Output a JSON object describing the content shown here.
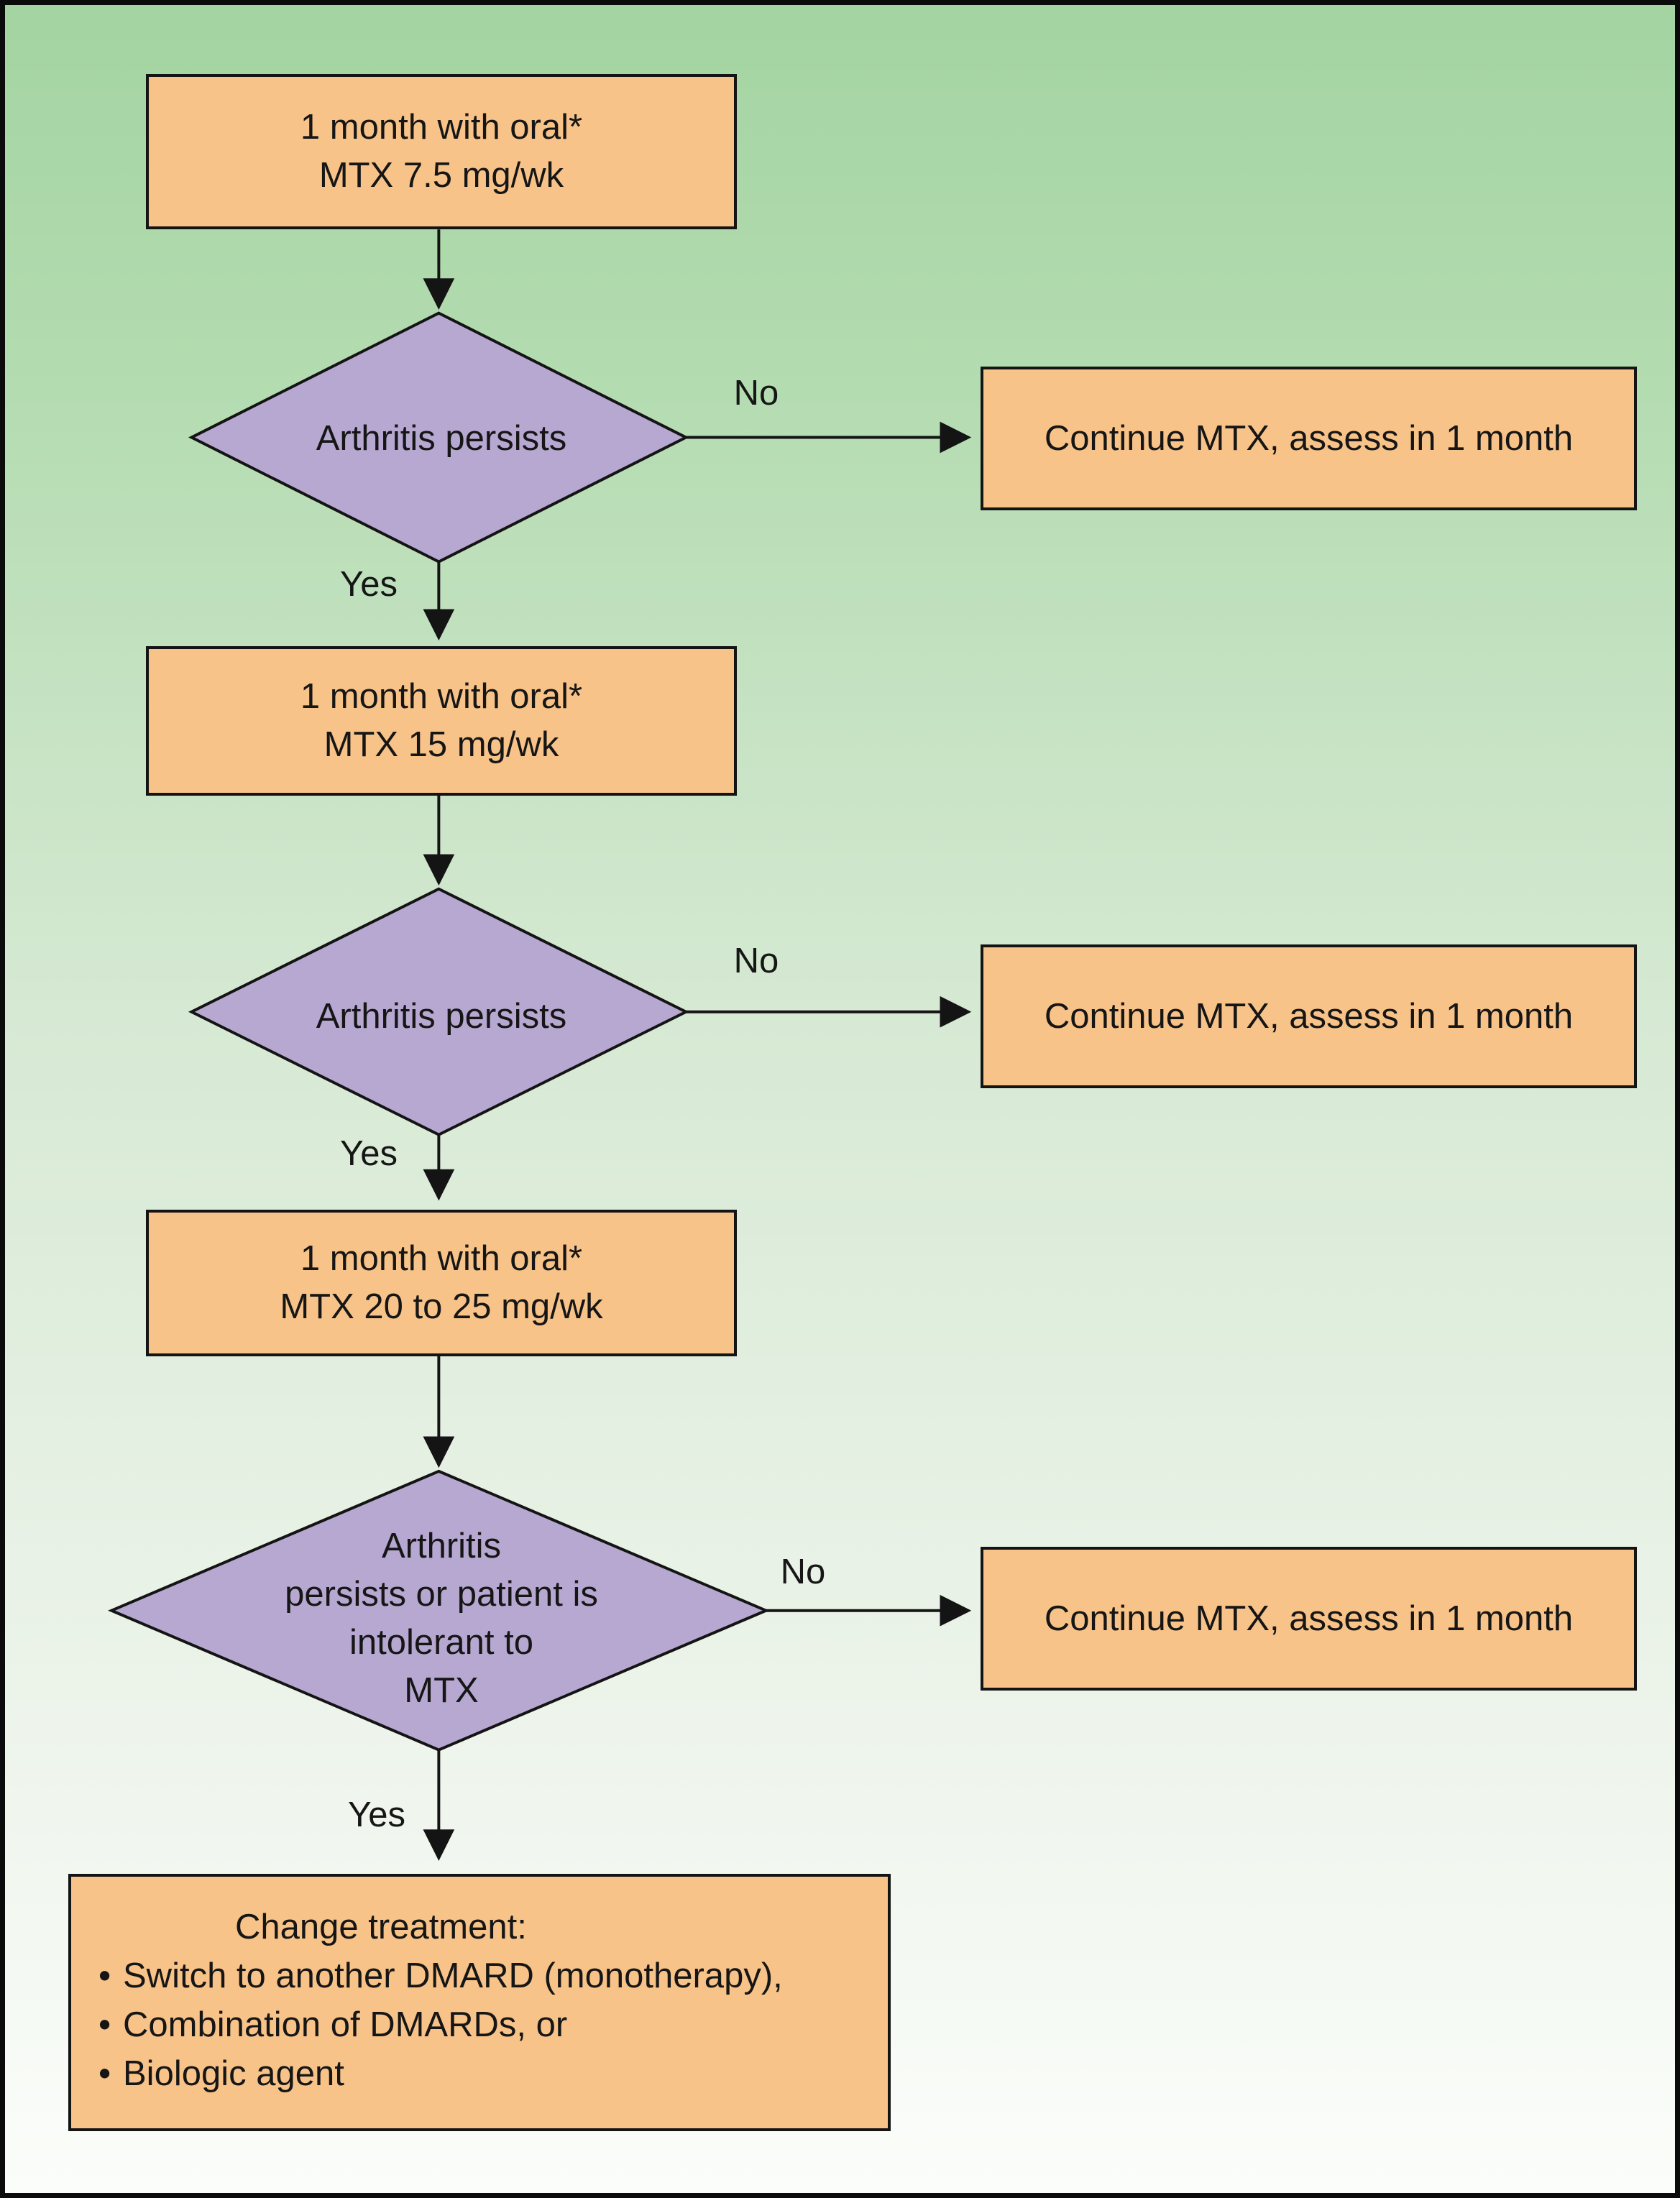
{
  "labels": {
    "yes": "Yes",
    "no": "No",
    "bullet": "•"
  },
  "nodes": {
    "step1": {
      "line1": "1 month with oral*",
      "line2": "MTX 7.5 mg/wk"
    },
    "decision1": {
      "text": "Arthritis persists"
    },
    "outcome1": {
      "text": "Continue MTX, assess in 1 month"
    },
    "step2": {
      "line1": "1 month with oral*",
      "line2": "MTX 15 mg/wk"
    },
    "decision2": {
      "text": "Arthritis persists"
    },
    "outcome2": {
      "text": "Continue MTX, assess in 1 month"
    },
    "step3": {
      "line1": "1 month with oral*",
      "line2": "MTX 20 to 25 mg/wk"
    },
    "decision3": {
      "line1": "Arthritis",
      "line2": "persists or patient is",
      "line3": "intolerant to",
      "line4": "MTX"
    },
    "outcome3": {
      "text": "Continue MTX, assess in 1 month"
    },
    "change_treatment": {
      "heading": "Change treatment:",
      "bullets": [
        "Switch to another DMARD (monotherapy),",
        "Combination of DMARDs, or",
        "Biologic agent"
      ]
    }
  },
  "colors": {
    "process_fill": "#f8c389",
    "decision_fill": "#b6a8d1",
    "line": "#141414",
    "bg_top": "#a4d4a2",
    "bg_bottom": "#fbfdfa"
  }
}
